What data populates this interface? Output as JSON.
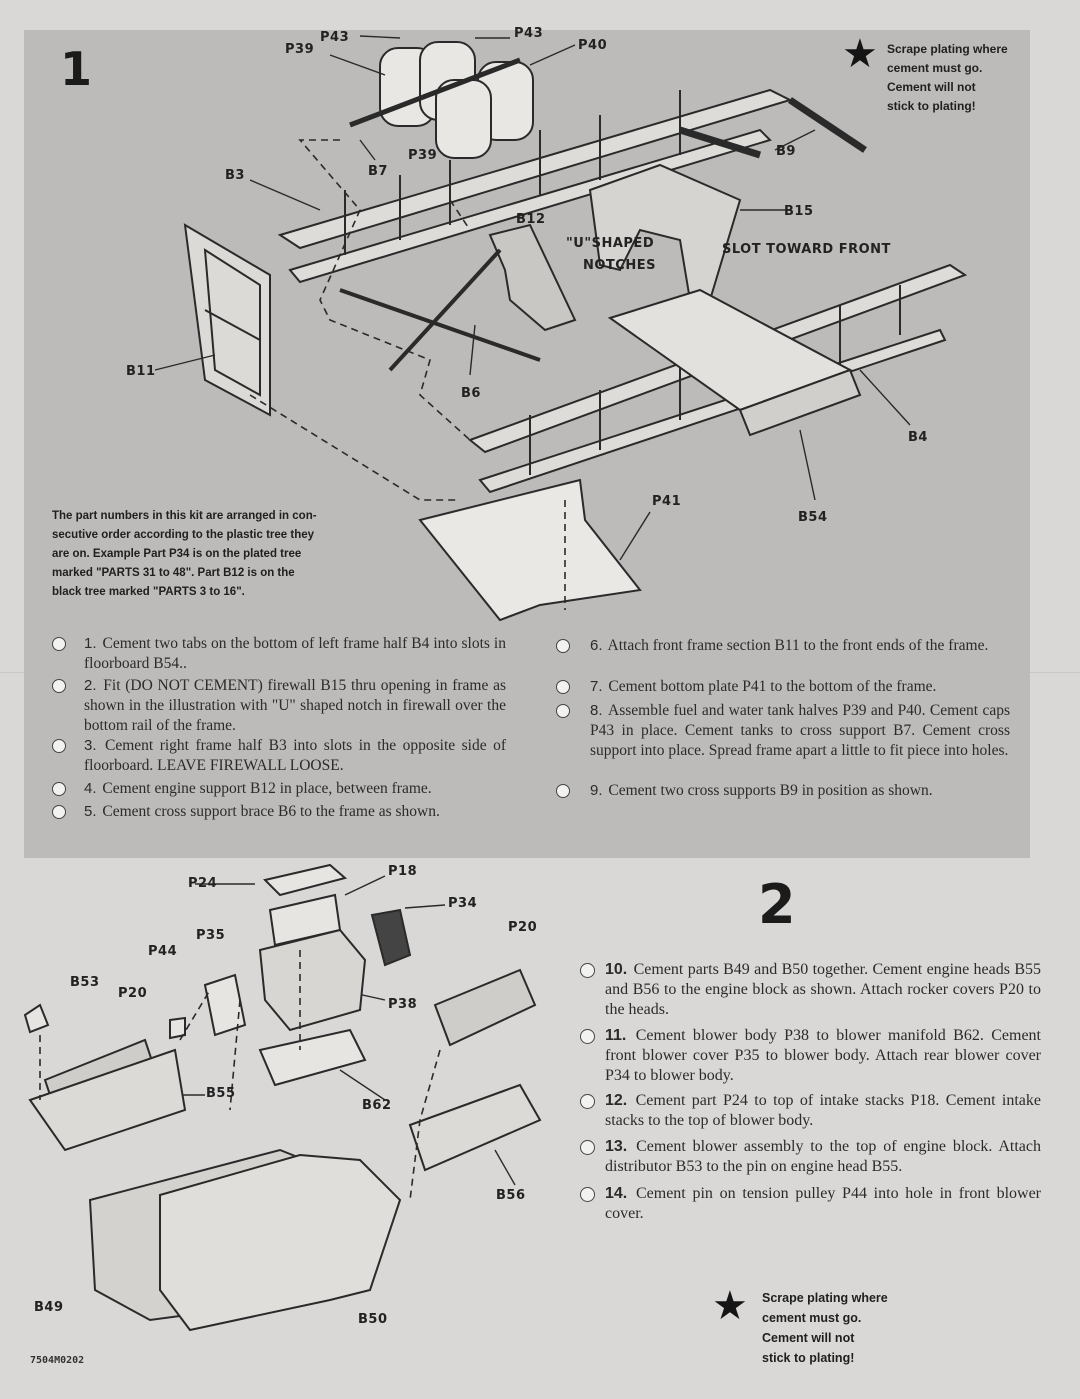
{
  "section1": {
    "step_number": "1",
    "scrape_note": [
      "Scrape plating where",
      "cement must go.",
      "Cement will not",
      "stick to plating!"
    ],
    "labels": {
      "p39a": "P39",
      "p43a": "P43",
      "p43b": "P43",
      "p40": "P40",
      "b9": "B9",
      "b3": "B3",
      "b7": "B7",
      "p39b": "P39",
      "b12": "B12",
      "b15": "B15",
      "u_shaped": "\"U\"SHAPED",
      "notches": "NOTCHES",
      "slot_toward_front": "SLOT TOWARD FRONT",
      "b11": "B11",
      "b6": "B6",
      "b4": "B4",
      "p41": "P41",
      "b54": "B54"
    },
    "parts_note": [
      "The part numbers in this kit are arranged in con-",
      "secutive order according to the plastic tree they",
      "are on. Example Part P34 is on the plated tree",
      "marked \"PARTS 31 to 48\". Part B12 is on the",
      "black tree marked \"PARTS 3 to 16\"."
    ],
    "instructions": [
      {
        "num": "1.",
        "text": "Cement two tabs on the bottom of left frame half B4 into slots in floorboard B54.."
      },
      {
        "num": "2.",
        "text": "Fit (DO NOT CEMENT) firewall B15 thru opening in frame as shown in the illustration with \"U\" shaped notch in firewall over the bottom rail of the frame."
      },
      {
        "num": "3.",
        "text": "Cement right frame half B3 into slots in the opposite side of floorboard. LEAVE FIREWALL LOOSE."
      },
      {
        "num": "4.",
        "text": "Cement engine support B12 in place, between frame."
      },
      {
        "num": "5.",
        "text": "Cement cross support brace B6 to the frame as shown."
      },
      {
        "num": "6.",
        "text": "Attach front frame section B11 to the front ends of the frame."
      },
      {
        "num": "7.",
        "text": "Cement bottom plate P41 to the bottom of the frame."
      },
      {
        "num": "8.",
        "text": "Assemble fuel and water tank halves P39 and P40. Cement caps P43 in place. Cement tanks to cross support B7. Cement cross support into place. Spread frame apart a little to fit piece into holes."
      },
      {
        "num": "9.",
        "text": "Cement two cross supports B9 in position as shown."
      }
    ]
  },
  "section2": {
    "step_number": "2",
    "labels": {
      "p24": "P24",
      "p18": "P18",
      "p34": "P34",
      "p35": "P35",
      "p20a": "P20",
      "p44": "P44",
      "b53": "B53",
      "p20b": "P20",
      "p38": "P38",
      "b55": "B55",
      "b62": "B62",
      "b56": "B56",
      "b49": "B49",
      "b50": "B50"
    },
    "instructions": [
      {
        "num": "10.",
        "text": "Cement parts B49 and B50 together. Cement engine heads B55 and B56 to the engine block as shown. Attach rocker covers P20 to the heads."
      },
      {
        "num": "11.",
        "text": "Cement blower body P38 to blower manifold B62. Cement front blower cover P35 to blower body. Attach rear blower cover P34 to blower body."
      },
      {
        "num": "12.",
        "text": "Cement part P24 to top of intake stacks P18. Cement intake stacks to the top of blower body."
      },
      {
        "num": "13.",
        "text": "Cement blower assembly to the top of engine block. Attach distributor B53 to the pin on engine head B55."
      },
      {
        "num": "14.",
        "text": "Cement pin on tension pulley P44 into hole in front blower cover."
      }
    ],
    "scrape_note": [
      "Scrape plating where",
      "cement must go.",
      "Cement will not",
      "stick to plating!"
    ],
    "code": "7504M0202"
  },
  "icons": {
    "star": "star-icon",
    "bullet": "circle-bullet-icon"
  }
}
